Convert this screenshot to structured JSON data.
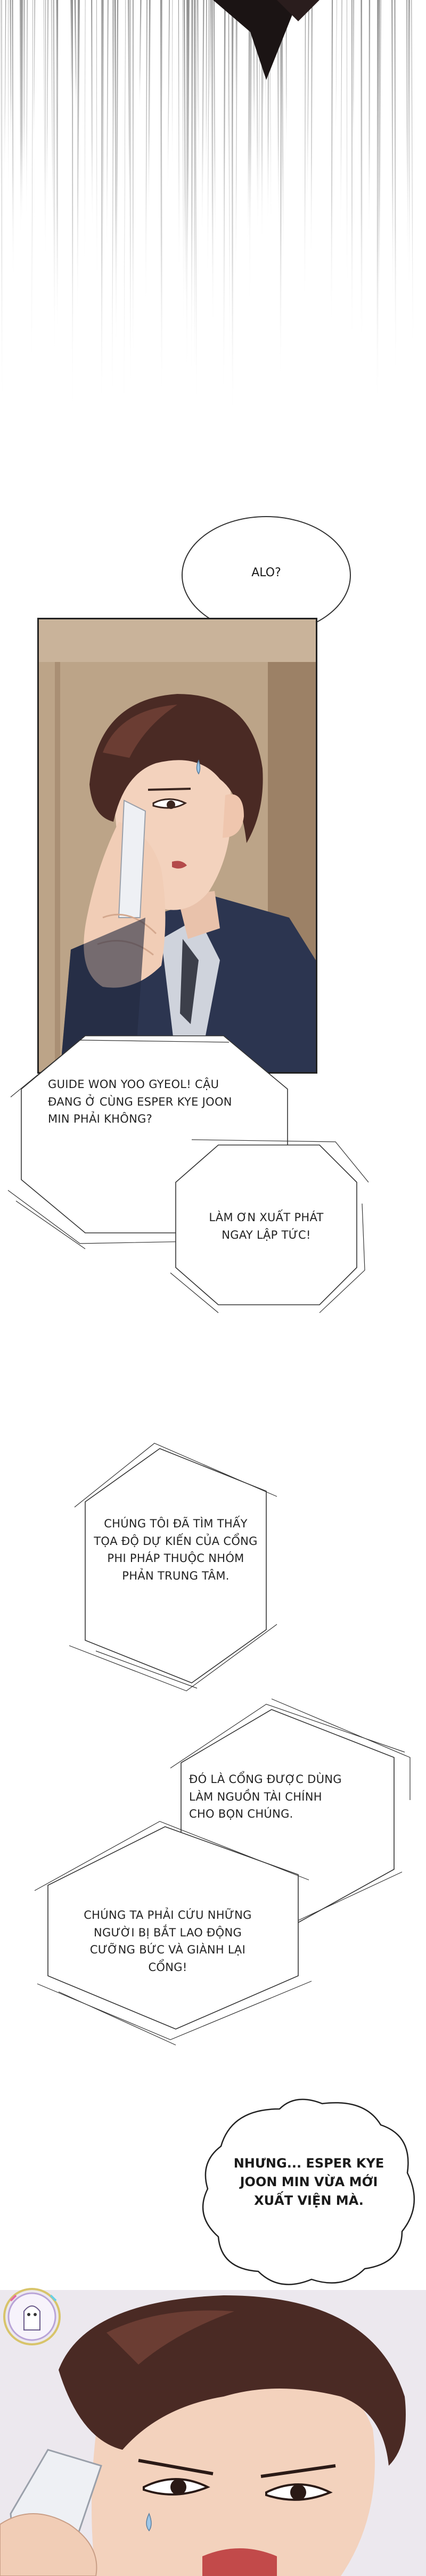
{
  "bubbles": {
    "alo": "ALO?",
    "nhung": "Nhưng... Esper Kye Joon Min vừa mới xuất viện mà."
  },
  "boxes": {
    "guide": "Guide Won Yoo Gyeol! Cậu đang ở cùng Esper Kye Joon Min phải không?",
    "lam_on": "Làm ơn xuất phát ngay lập tức!",
    "chung_toi": "Chúng tôi đã tìm thấy tọa độ dự kiến của cổng phi pháp thuộc nhóm phản trung tâm.",
    "do_la": "Đó là cổng được dùng làm nguồn tài chính cho bọn chúng.",
    "chung_ta": "Chúng ta phải cứu những người bị bắt lao động cưỡng bức và giành lại cổng!"
  },
  "colors": {
    "ink": "#1a1a1a",
    "skin": "#f3d2bd",
    "hair": "#4a2a24",
    "suit": "#2c3550",
    "phone": "#eef0f4"
  }
}
